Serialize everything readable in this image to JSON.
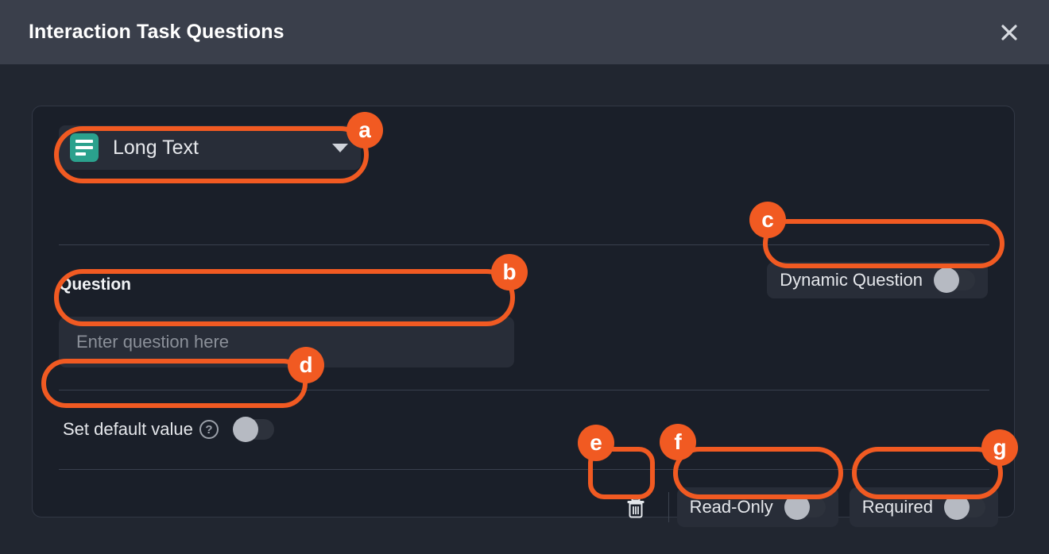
{
  "header": {
    "title": "Interaction Task Questions",
    "close_icon": "close-icon"
  },
  "question_card": {
    "type_select": {
      "icon": "long-text-icon",
      "value": "Long Text",
      "caret_icon": "chevron-down-icon"
    },
    "question": {
      "label": "Question",
      "value": "",
      "placeholder": "Enter question here"
    },
    "dynamic_question": {
      "label": "Dynamic Question",
      "state": "off"
    },
    "set_default_value": {
      "label": "Set default value",
      "help_icon": "help-circle-icon",
      "help_glyph": "?",
      "state": "off"
    },
    "actions": {
      "delete_icon": "trash-icon",
      "read_only": {
        "label": "Read-Only",
        "state": "off"
      },
      "required": {
        "label": "Required",
        "state": "off"
      }
    }
  },
  "annotations": [
    {
      "id": "a",
      "target": "type-select"
    },
    {
      "id": "b",
      "target": "question-input"
    },
    {
      "id": "c",
      "target": "dynamic-question-toggle"
    },
    {
      "id": "d",
      "target": "set-default-value-toggle"
    },
    {
      "id": "e",
      "target": "delete-button"
    },
    {
      "id": "f",
      "target": "read-only-toggle"
    },
    {
      "id": "g",
      "target": "required-toggle"
    }
  ],
  "colors": {
    "accent": "#f15a22",
    "header_bg": "#3a3f4b",
    "body_bg": "#212630",
    "card_bg": "#1a1f29",
    "control_bg": "#282d38",
    "icon_teal": "#2ba18d"
  }
}
